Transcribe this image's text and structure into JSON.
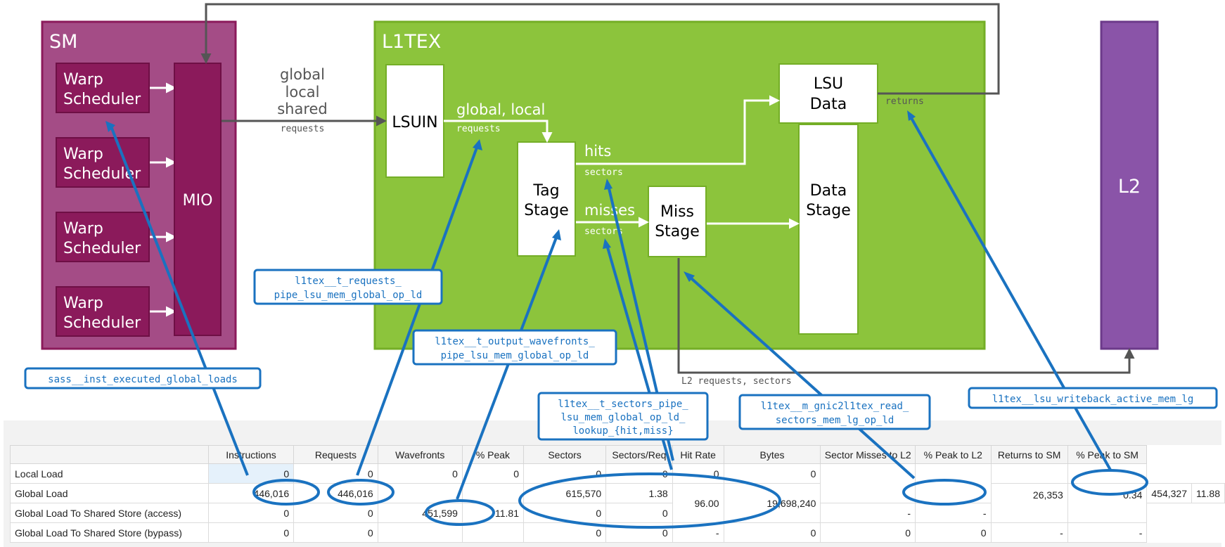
{
  "diagram": {
    "sm": {
      "title": "SM",
      "warp_schedulers": [
        {
          "line1": "Warp",
          "line2": "Scheduler"
        },
        {
          "line1": "Warp",
          "line2": "Scheduler"
        },
        {
          "line1": "Warp",
          "line2": "Scheduler"
        },
        {
          "line1": "Warp",
          "line2": "Scheduler"
        }
      ],
      "mio": "MIO"
    },
    "sm_to_l1tex_label": {
      "line1": "global",
      "line2": "local",
      "line3": "shared",
      "sub": "requests"
    },
    "l1tex": {
      "title": "L1TEX",
      "lsuin": "LSUIN",
      "lsuin_out": {
        "label": "global, local",
        "sub": "requests"
      },
      "tag_stage": {
        "line1": "Tag",
        "line2": "Stage"
      },
      "hits": {
        "label": "hits",
        "sub": "sectors"
      },
      "misses": {
        "label": "misses",
        "sub": "sectors"
      },
      "miss_stage": {
        "line1": "Miss",
        "line2": "Stage"
      },
      "lsu_data": {
        "line1": "LSU",
        "line2": "Data"
      },
      "data_stage": {
        "line1": "Data",
        "line2": "Stage"
      },
      "returns": "returns"
    },
    "l2": "L2",
    "l2_requests_label": "L2 requests, sectors"
  },
  "callouts": {
    "sass_inst": "sass__inst_executed_global_loads",
    "t_requests": {
      "line1": "l1tex__t_requests_",
      "line2": "pipe_lsu_mem_global_op_ld"
    },
    "t_output_wavefronts": {
      "line1": "l1tex__t_output_wavefronts_",
      "line2": "pipe_lsu_mem_global_op_ld"
    },
    "t_sectors": {
      "line1": "l1tex__t_sectors_pipe_",
      "line2": "lsu_mem_global_op_ld_",
      "line3": "lookup_{hit,miss}"
    },
    "m_gnic": {
      "line1": "l1tex__m_gnic2l1tex_read_",
      "line2": "sectors_mem_lg_op_ld"
    },
    "lsu_writeback": "l1tex__lsu_writeback_active_mem_lg"
  },
  "table": {
    "headers": [
      "Instructions",
      "Requests",
      "Wavefronts",
      "% Peak",
      "Sectors",
      "Sectors/Req",
      "Hit Rate",
      "Bytes",
      "Sector Misses to L2",
      "% Peak to L2",
      "Returns to SM",
      "% Peak to SM"
    ],
    "rows": {
      "local_load": {
        "label": "Local Load",
        "instructions": "0",
        "requests": "0",
        "wavefronts": "0",
        "peak": "0",
        "sectors": "0",
        "sectors_req": "0",
        "hit_rate": "0",
        "bytes": "0"
      },
      "global_load": {
        "label": "Global Load",
        "instructions": "446,016",
        "requests": "446,016",
        "sectors": "615,570",
        "sectors_req": "1.38",
        "hit_rate": "96.00",
        "bytes": "19,698,240",
        "sector_misses": "26,353",
        "peak_l2": "0.34",
        "returns": "454,327",
        "peak_sm": "11.88"
      },
      "g2s_access": {
        "label": "Global Load To Shared Store (access)",
        "instructions": "0",
        "requests": "0",
        "wavefronts": "451,599",
        "peak": "11.81",
        "sectors": "0",
        "sectors_req": "0",
        "returns": "-",
        "peak_sm": "-"
      },
      "g2s_bypass": {
        "label": "Global Load To Shared Store (bypass)",
        "instructions": "0",
        "requests": "0",
        "sectors": "0",
        "sectors_req": "0",
        "hit_rate": "-",
        "bytes": "0",
        "sector_misses": "0",
        "peak_l2": "0",
        "returns": "-",
        "peak_sm": "-"
      }
    }
  },
  "colors": {
    "sm_fill": "#a44c86",
    "sm_dark": "#8b1a5b",
    "l1tex_fill": "#8cc43c",
    "l2_fill": "#8a54a8",
    "callout_blue": "#1a72c0",
    "arrow_grey": "#555555"
  }
}
